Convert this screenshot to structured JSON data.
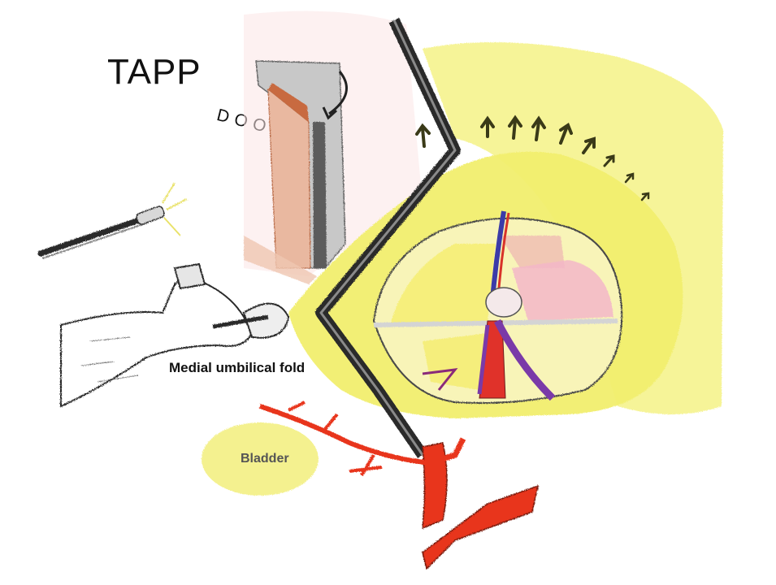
{
  "title": "TAPP",
  "labels": {
    "door": "DOOR",
    "medial_umbilical_fold": "Medial umbilical fold",
    "bladder": "Bladder"
  },
  "colors": {
    "peritoneum_yellow": "#f3f07a",
    "fold_black": "#2b2b2b",
    "vessel_red": "#e8351c",
    "vas_purple": "#7a3aa8",
    "bladder_yellow": "#f4f18a",
    "door_grey": "#b9b9b9",
    "door_brown": "#d98a60"
  }
}
